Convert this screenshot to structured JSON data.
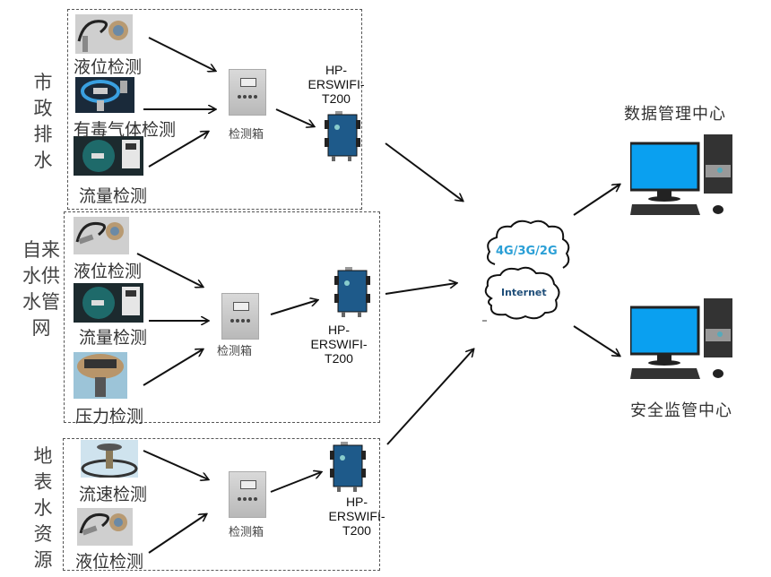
{
  "groups": [
    {
      "name": "市政排水",
      "label_chars": [
        "市",
        "政",
        "排",
        "水"
      ],
      "sensors": [
        "液位检测",
        "有毒气体检测",
        "流量检测"
      ],
      "box_label": "检测箱",
      "device_label": "HP-\nERSWIFI-\nT200"
    },
    {
      "name": "自来水供水管网",
      "label_lines": [
        "自来",
        "水供",
        "水管",
        "网"
      ],
      "sensors": [
        "液位检测",
        "流量检测",
        "压力检测"
      ],
      "box_label": "检测箱",
      "device_label": "HP-\nERSWIFI-\nT200"
    },
    {
      "name": "地表水资源",
      "label_chars": [
        "地",
        "表",
        "水",
        "资",
        "源"
      ],
      "sensors": [
        "流速检测",
        "液位检测"
      ],
      "box_label": "检测箱",
      "device_label": "HP-\nERSWIFI-\nT200"
    }
  ],
  "network": {
    "cloud_top": "4G/3G/2G",
    "cloud_bottom": "Internet"
  },
  "centers": [
    {
      "label": "数据管理中心"
    },
    {
      "label": "安全监管中心"
    }
  ],
  "colors": {
    "cloud_top_text": "#2a9fd6",
    "cloud_bottom_text": "#1f4e79",
    "screen": "#0aa0f0",
    "router": "#1e5a8a"
  }
}
